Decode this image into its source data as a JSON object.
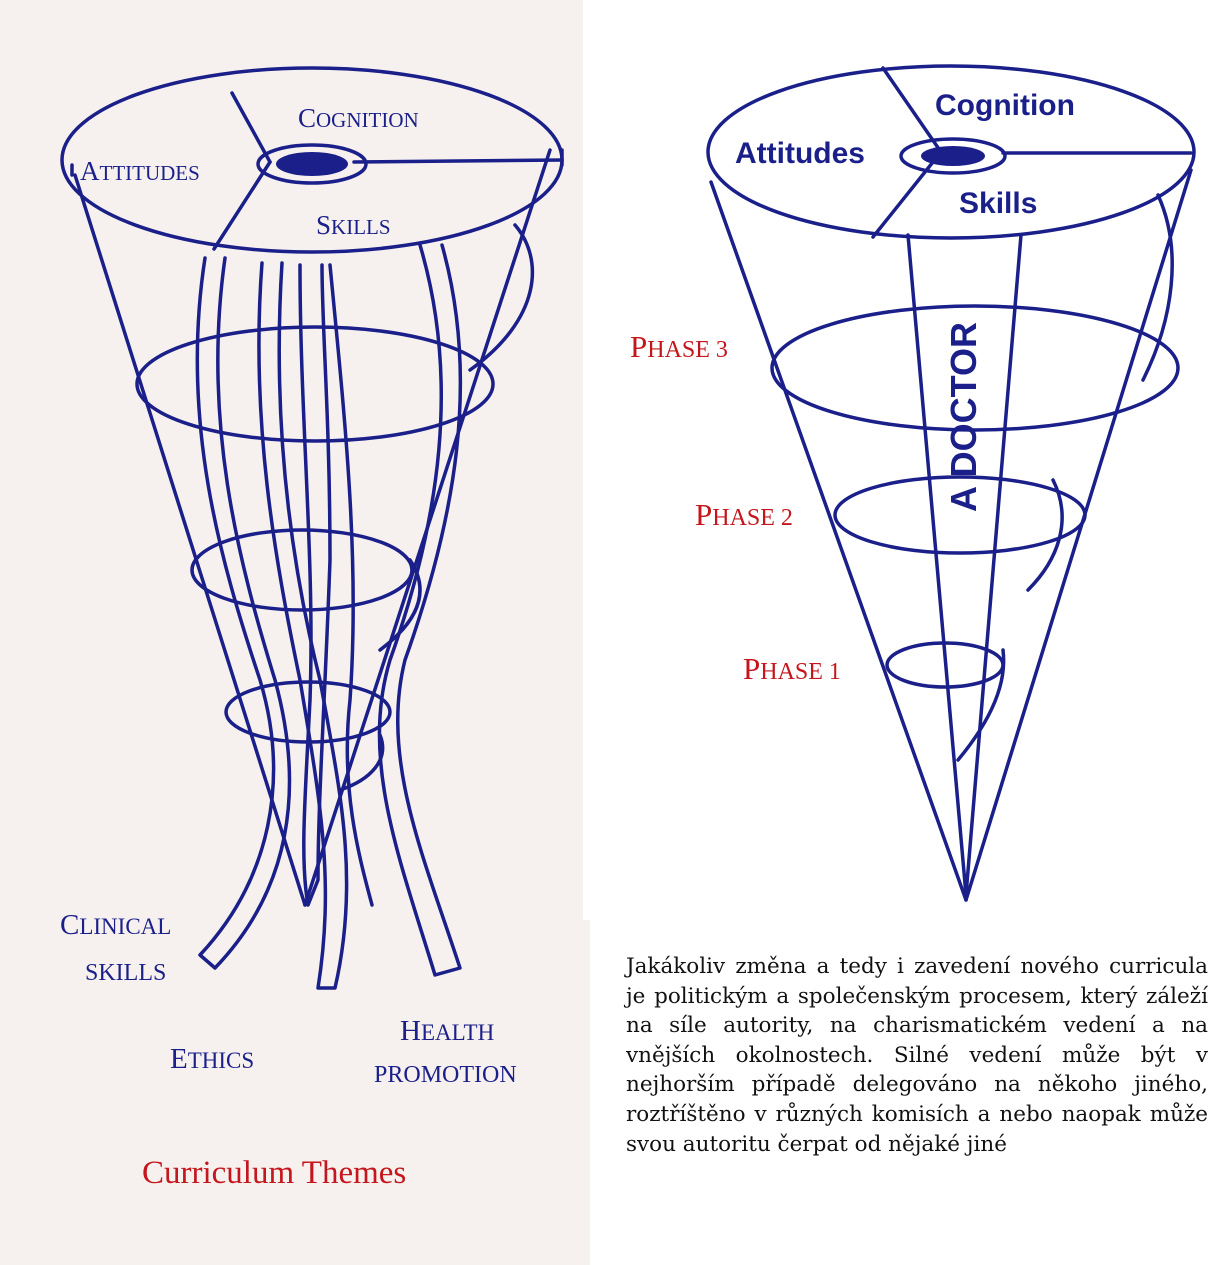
{
  "left_diagram": {
    "top_labels": {
      "first_letter_c": "C",
      "rest_cognition": "OGNITION",
      "first_letter_a": "A",
      "rest_attitudes": "TTITUDES",
      "first_letter_s": "S",
      "rest_skills": "KILLS"
    },
    "theme_labels": {
      "clinical_first": "C",
      "clinical_rest": "LINICAL",
      "clinical_line2": "SKILLS",
      "ethics_first": "E",
      "ethics_rest": "THICS",
      "health_first": "H",
      "health_rest": "EALTH",
      "health_line2": "PROMOTION"
    },
    "caption": "Curriculum Themes"
  },
  "right_diagram": {
    "top_labels": {
      "cognition": "Cognition",
      "attitudes": "Attitudes",
      "skills": "Skills"
    },
    "center_label": "A DOCTOR",
    "phases": [
      {
        "first": "P",
        "rest": "HASE 3"
      },
      {
        "first": "P",
        "rest": "HASE 2"
      },
      {
        "first": "P",
        "rest": "HASE 1"
      }
    ]
  },
  "colors": {
    "diagram_blue": "#1a1f8a",
    "phase_red": "#c4161c",
    "left_bg": "#f6f1ee"
  },
  "paragraph": "Jakákoliv změna a tedy i zavedení nového curricula je politickým a společenským procesem, který záleží na síle autority, na charismatickém vedení a na vnějších okolnostech. Silné vedení může být v nejhorším případě delegováno na někoho jiného, roztříštěno v různých komisích a nebo naopak může svou autoritu čerpat od nějaké jiné"
}
